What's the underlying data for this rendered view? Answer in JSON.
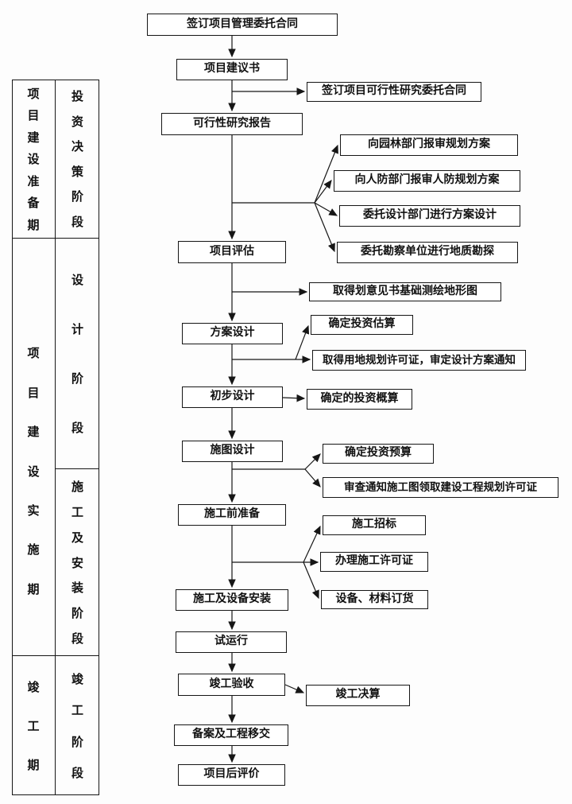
{
  "canvas": {
    "background": "#fdfdfd",
    "line_color": "#161616"
  },
  "sidebar": {
    "periods": [
      {
        "label": "项目建设准备期"
      },
      {
        "label": "项目建设实施期"
      },
      {
        "label": "竣工期"
      }
    ],
    "stages": [
      {
        "label": "投资决策阶段"
      },
      {
        "label": "设计阶段"
      },
      {
        "label": "施工及安装阶段"
      },
      {
        "label": "竣工阶段"
      }
    ]
  },
  "main_flow": [
    {
      "label": "签订项目管理委托合同"
    },
    {
      "label": "项目建议书"
    },
    {
      "label": "可行性研究报告"
    },
    {
      "label": "项目评估"
    },
    {
      "label": "方案设计"
    },
    {
      "label": "初步设计"
    },
    {
      "label": "施图设计"
    },
    {
      "label": "施工前准备"
    },
    {
      "label": "施工及设备安装"
    },
    {
      "label": "试运行"
    },
    {
      "label": "竣工验收"
    },
    {
      "label": "备案及工程移交"
    },
    {
      "label": "项目后评价"
    }
  ],
  "side_flow": [
    {
      "label": "签订项目可行性研究委托合同"
    },
    {
      "label": "向园林部门报审规划方案"
    },
    {
      "label": "向人防部门报审人防规划方案"
    },
    {
      "label": "委托设计部门进行方案设计"
    },
    {
      "label": "委托勘察单位进行地质勘探"
    },
    {
      "label": "取得划意见书基础测绘地形图"
    },
    {
      "label": "确定投资估算"
    },
    {
      "label": "取得用地规划许可证，审定设计方案通知"
    },
    {
      "label": "确定的投资概算"
    },
    {
      "label": "确定投资预算"
    },
    {
      "label": "审查通知施工图领取建设工程规划许可证"
    },
    {
      "label": "施工招标"
    },
    {
      "label": "办理施工许可证"
    },
    {
      "label": "设备、材料订货"
    },
    {
      "label": "竣工决算"
    }
  ]
}
